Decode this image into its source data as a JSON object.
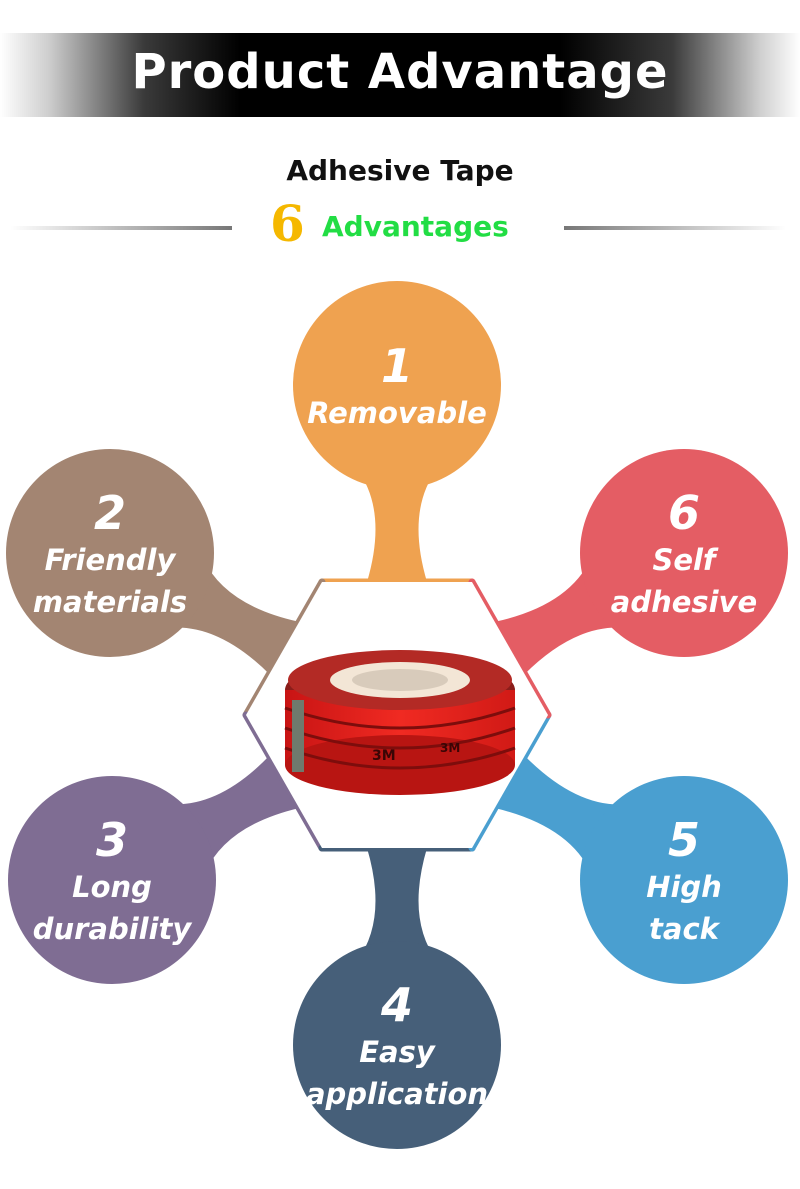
{
  "header": {
    "title": "Product Advantage"
  },
  "subtitle": {
    "line1": "Adhesive Tape",
    "count": "6",
    "line2": "Advantages"
  },
  "advantages": [
    {
      "number": "1",
      "label": "Removable",
      "color": "#efa250"
    },
    {
      "number": "2",
      "label": "Friendly materials",
      "color": "#a38572"
    },
    {
      "number": "3",
      "label": "Long durability",
      "color": "#7f6d93"
    },
    {
      "number": "4",
      "label": "Easy application",
      "color": "#465f79"
    },
    {
      "number": "5",
      "label": "High tack",
      "color": "#4a9fd0"
    },
    {
      "number": "6",
      "label": "Self adhesive",
      "color": "#e45d64"
    }
  ],
  "center_image": "red-tape-rolls"
}
